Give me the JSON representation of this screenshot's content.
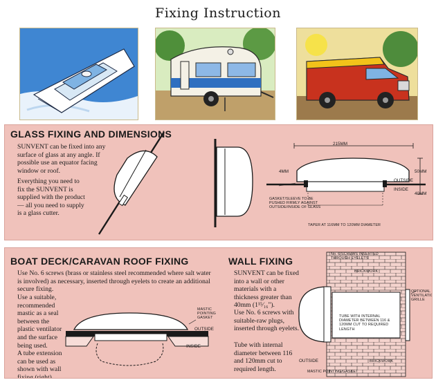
{
  "title": "Fixing Instruction",
  "photos": [
    {
      "subject": "boat"
    },
    {
      "subject": "caravan"
    },
    {
      "subject": "van"
    }
  ],
  "glass": {
    "heading": "GLASS FIXING AND DIMENSIONS",
    "para1": "SUNVENT can be fixed into any surface of glass at any angle. If possible use an equator facing window or roof.",
    "para2": "Everything you need to fix the SUNVENT is supplied with the product — all you need to supply is a glass cutter.",
    "dim_width": "215MM",
    "dim_4mm": "4MM",
    "dim_50mm": "50MM",
    "dim_40mm": "40MM",
    "outside": "OUTSIDE",
    "inside": "INSIDE",
    "gasket_note": "GASKET/SLEEVE TO BE PUSHED FIRMLY AGAINST OUTSIDE/INSIDE OF GLASS",
    "taper_note": "TAPER AT 116MM TO 120MM DIAMETER"
  },
  "roof": {
    "heading": "BOAT DECK/CARAVAN ROOF FIXING",
    "para1": "Use No. 6 screws (brass or stainless steel recommended where salt water is involved) as necessary, inserted through eyelets to create an additional secure fixing.",
    "para2": "Use a suitable, recommended mastic as a seal between the plastic ventilator and the surface being used.",
    "para3": "A tube extension can be used as shown with wall fixing (right)",
    "mastic_label": "MASTIC POINTING GASKET",
    "outside": "OUTSIDE",
    "inside": "INSIDE"
  },
  "wall": {
    "heading": "WALL FIXING",
    "para1": "SUNVENT can be fixed into a wall or other materials with a thickness greater than 40mm (1¹⁵⁄₁₆\").",
    "para2": "Use No. 6 screws with suitable-raw plugs, inserted through eyelets.",
    "para3": "Tube with internal diameter between 116 and 120mm cut to required length.",
    "screws_label": "No. 6 SCREWS INSERTED THROUGH EYELETS",
    "brickwork_top": "BRICKWORK",
    "grille_label": "OPTIONAL VENTILATION GRILLE",
    "tube_label": "TUBE WITH INTERNAL DIAMETER BETWEEN 116 & 120MM CUT TO REQUIRED LENGTH",
    "brickwork_bottom": "BRICKWORK",
    "outside": "OUTSIDE",
    "mastic_label": "MASTIC POINTING/GASKET"
  },
  "colors": {
    "panel": "#f0c2bb",
    "photo_sky": "#4a8fd6",
    "caravan_stripe": "#2f6fc0",
    "van_yellow": "#f2c21a",
    "van_red": "#c8321e"
  }
}
